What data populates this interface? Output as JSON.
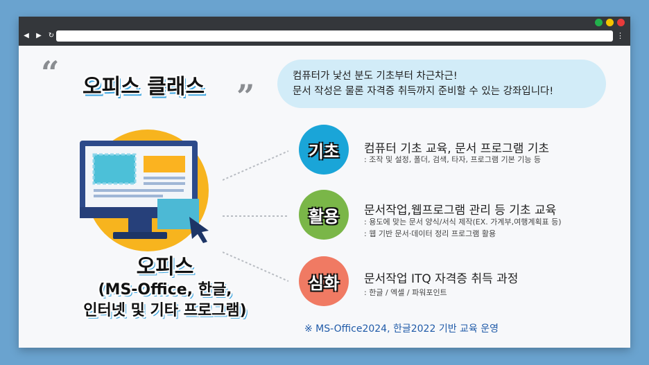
{
  "browser": {
    "url": "",
    "nav": {
      "back": "◀",
      "forward": "▶",
      "reload": "↻"
    },
    "menu": "⋮",
    "dots": [
      "#22b14c",
      "#f5c400",
      "#e83b3b"
    ]
  },
  "header": {
    "title": "오피스 클래스",
    "quote_open": "“",
    "quote_close": "”"
  },
  "bubble": {
    "line1": "컴퓨터가 낯선 분도 기초부터 차근차근!",
    "line2": "문서 작성은 물론 자격증 취득까지 준비할 수 있는 강좌입니다!"
  },
  "left": {
    "title": "오피스",
    "sub1": "(MS-Office, 한글,",
    "sub2": "인터넷 및 기타 프로그램)"
  },
  "levels": [
    {
      "badge": "기초",
      "color": "#1aa5d8",
      "title": "컴퓨터 기초 교육, 문서 프로그램 기초",
      "desc": [
        ": 조작 및 설정, 폴더, 검색, 타자, 프로그램 기본 기능 등"
      ]
    },
    {
      "badge": "활용",
      "color": "#7ab648",
      "title": "문서작업,웹프로그램 관리 등 기초 교육",
      "desc": [
        ": 용도에 맞는 문서 양식/서식 제작(EX. 가계부,여행계획표 등)",
        ": 웹 기반 문서·데이터 정리 프로그램 활용"
      ]
    },
    {
      "badge": "심화",
      "color": "#f07a63",
      "title": "문서작업 ITQ 자격증 취득 과정",
      "desc": [
        ": 한글 / 엑셀 / 파워포인트"
      ]
    }
  ],
  "note": "※ MS-Office2024, 한글2022 기반 교육 운영"
}
